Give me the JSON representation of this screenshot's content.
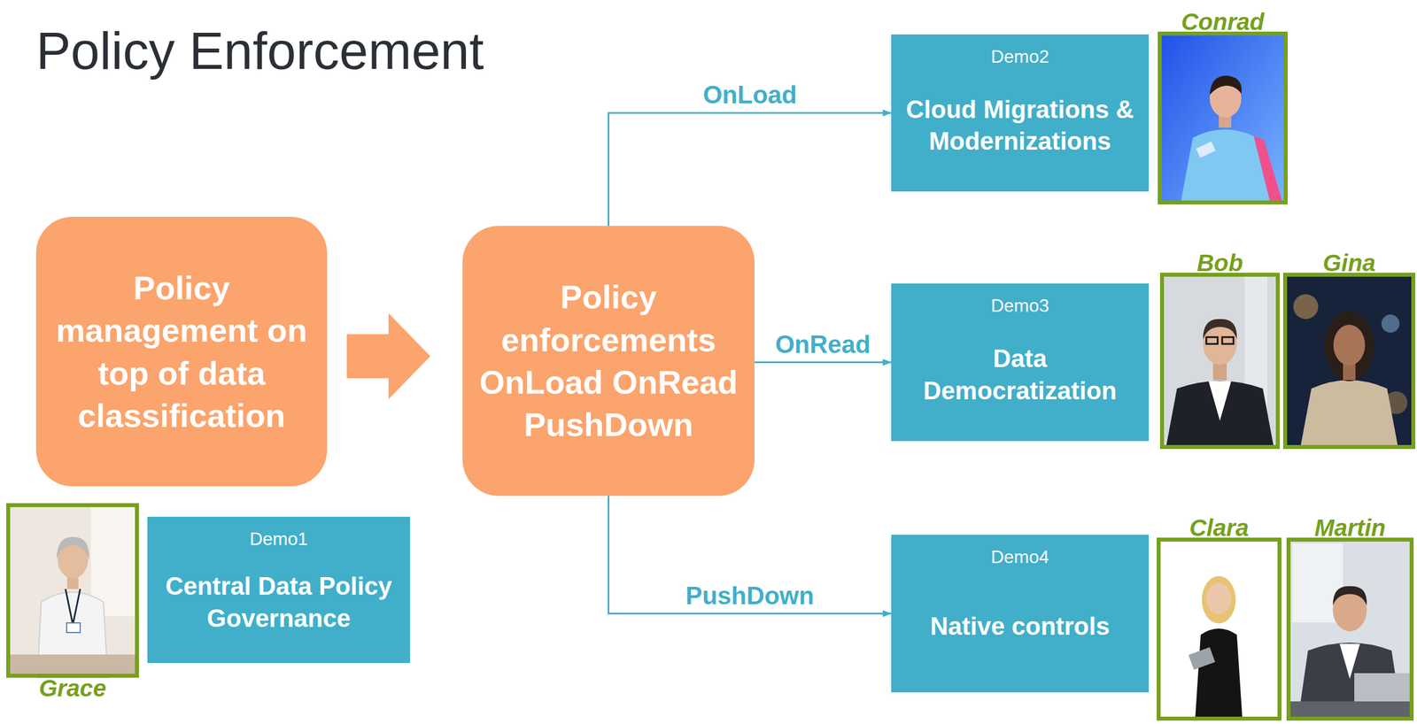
{
  "diagram": {
    "title": "Policy Enforcement",
    "nodes": [
      {
        "text": [
          "Policy management on top of data classification"
        ]
      },
      {
        "text": [
          "Policy enforcements OnLoad OnRead PushDown"
        ]
      },
      {
        "text": [
          "Demo1",
          "Central Data Policy Governance"
        ]
      },
      {
        "text": [
          "Demo2",
          "Cloud Migrations & Modernizations"
        ]
      },
      {
        "text": [
          "Demo3",
          "Data Democratization"
        ]
      },
      {
        "text": [
          "Demo4",
          "Native controls"
        ]
      },
      {
        "text": [
          "Grace"
        ]
      },
      {
        "text": [
          "Conrad"
        ]
      },
      {
        "text": [
          "Bob"
        ]
      },
      {
        "text": [
          "Gina"
        ]
      },
      {
        "text": [
          "Clara"
        ]
      },
      {
        "text": [
          "Martin"
        ]
      }
    ],
    "edges": [
      {
        "from": 0,
        "to": 1,
        "arrow": "to"
      },
      {
        "from": 1,
        "to": 3,
        "label": "OnLoad",
        "arrow": "to"
      },
      {
        "from": 1,
        "to": 4,
        "label": "OnRead",
        "arrow": "to"
      },
      {
        "from": 1,
        "to": 5,
        "label": "PushDown",
        "arrow": "to"
      }
    ]
  }
}
